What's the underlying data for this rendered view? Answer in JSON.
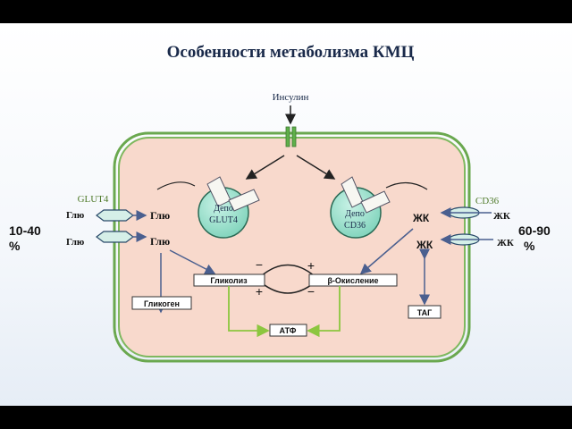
{
  "title": "Особенности метаболизма КМЦ",
  "insulin": "Инсулин",
  "transporters": {
    "glut4": "GLUT4",
    "cd36": "CD36"
  },
  "percent_left": [
    "10-40",
    "%"
  ],
  "percent_right": [
    "60-90",
    "%"
  ],
  "depots": {
    "glut4": [
      "Депо",
      "GLUT4"
    ],
    "cd36": [
      "Депо",
      "CD36"
    ]
  },
  "glucose": {
    "out1": "Глю",
    "out2": "Глю",
    "in1": "Глю",
    "in2": "Глю"
  },
  "fatty_acids": {
    "out1": "ЖК",
    "out2": "ЖК",
    "in1": "ЖК",
    "in2": "ЖК"
  },
  "boxes": {
    "glycolysis": "Гликолиз",
    "beta_oxidation": "β-Окисление",
    "glycogen": "Гликоген",
    "tag": "ТАГ",
    "atp": "АТФ"
  },
  "signs": {
    "minus_top": "−",
    "plus_top": "+",
    "plus_bottom": "+",
    "minus_bottom": "−"
  },
  "colors": {
    "cell_fill": "#f8d9cc",
    "membrane": "#6aa84f",
    "depot_fill": "#a8e6d4",
    "arrow_blue": "#4a5f8f",
    "arrow_green": "#8cc63f",
    "text_dark": "#1a2a4a"
  }
}
